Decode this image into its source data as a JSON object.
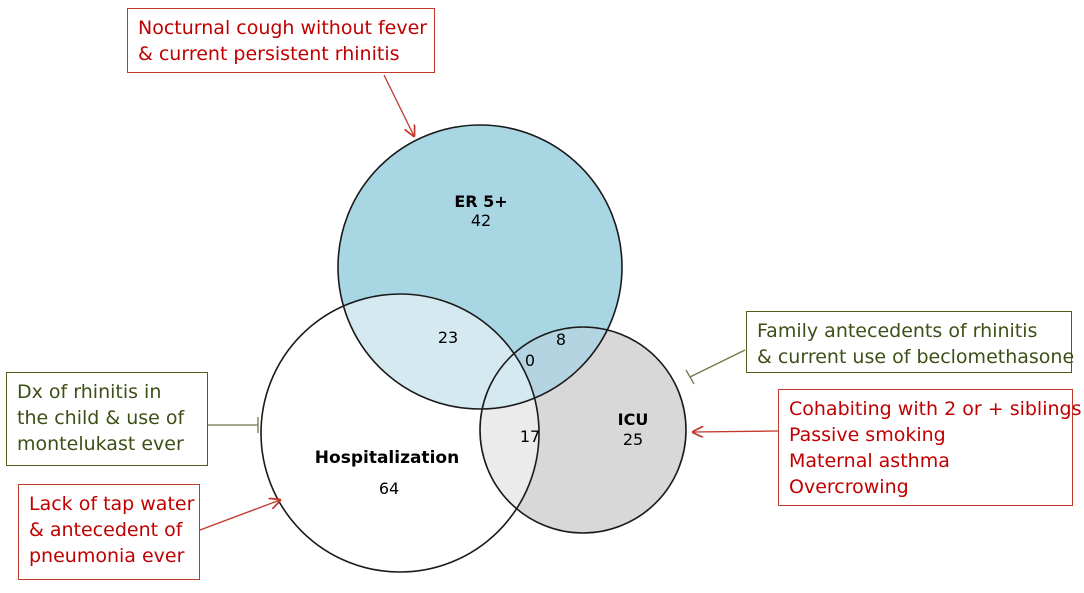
{
  "sets": {
    "er5": {
      "label": "ER 5+",
      "only_count": "42",
      "fill": "#a9d6e3"
    },
    "hospitalization": {
      "label": "Hospitalization",
      "only_count": "64",
      "fill": "#ffffff"
    },
    "icu": {
      "label": "ICU",
      "only_count": "25",
      "fill": "#d8d8d8"
    }
  },
  "intersections": {
    "er5_hospitalization": "23",
    "er5_icu": "8",
    "hospitalization_icu": "17",
    "all_three": "0"
  },
  "annotations": {
    "nocturnal": {
      "lines": [
        "Nocturnal cough without fever",
        "& current persistent rhinitis"
      ],
      "color": "#c00000",
      "pointer": "arrow"
    },
    "family": {
      "lines": [
        "Family antecedents of rhinitis",
        "& current use of beclomethasone"
      ],
      "color": "#4d5e1f",
      "pointer": "bar"
    },
    "dx_rhinitis": {
      "lines": [
        "Dx of rhinitis in",
        "the child & use of",
        "montelukast  ever"
      ],
      "color": "#4d5e1f",
      "pointer": "bar"
    },
    "cohabiting": {
      "lines": [
        "Cohabiting with 2 or + siblings",
        "Passive smoking",
        "Maternal asthma",
        "Overcrowing"
      ],
      "color": "#c00000",
      "pointer": "arrow"
    },
    "tap_water": {
      "lines": [
        "Lack of tap water",
        "& antecedent of",
        "pneumonia ever"
      ],
      "color": "#c00000",
      "pointer": "arrow"
    }
  }
}
